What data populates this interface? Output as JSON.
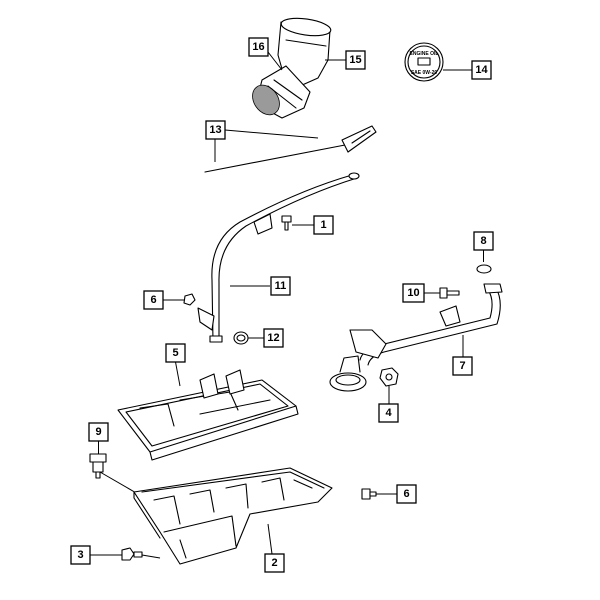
{
  "callouts": {
    "c1": "1",
    "c2": "2",
    "c3": "3",
    "c4": "4",
    "c5": "5",
    "c6a": "6",
    "c6b": "6",
    "c7": "7",
    "c8": "8",
    "c9": "9",
    "c10": "10",
    "c11": "11",
    "c12": "12",
    "c13": "13",
    "c14": "14",
    "c15": "15",
    "c16": "16"
  },
  "oil_cap_text": {
    "line1": "ENGINE OIL",
    "line2": "SAE 0W-20"
  }
}
